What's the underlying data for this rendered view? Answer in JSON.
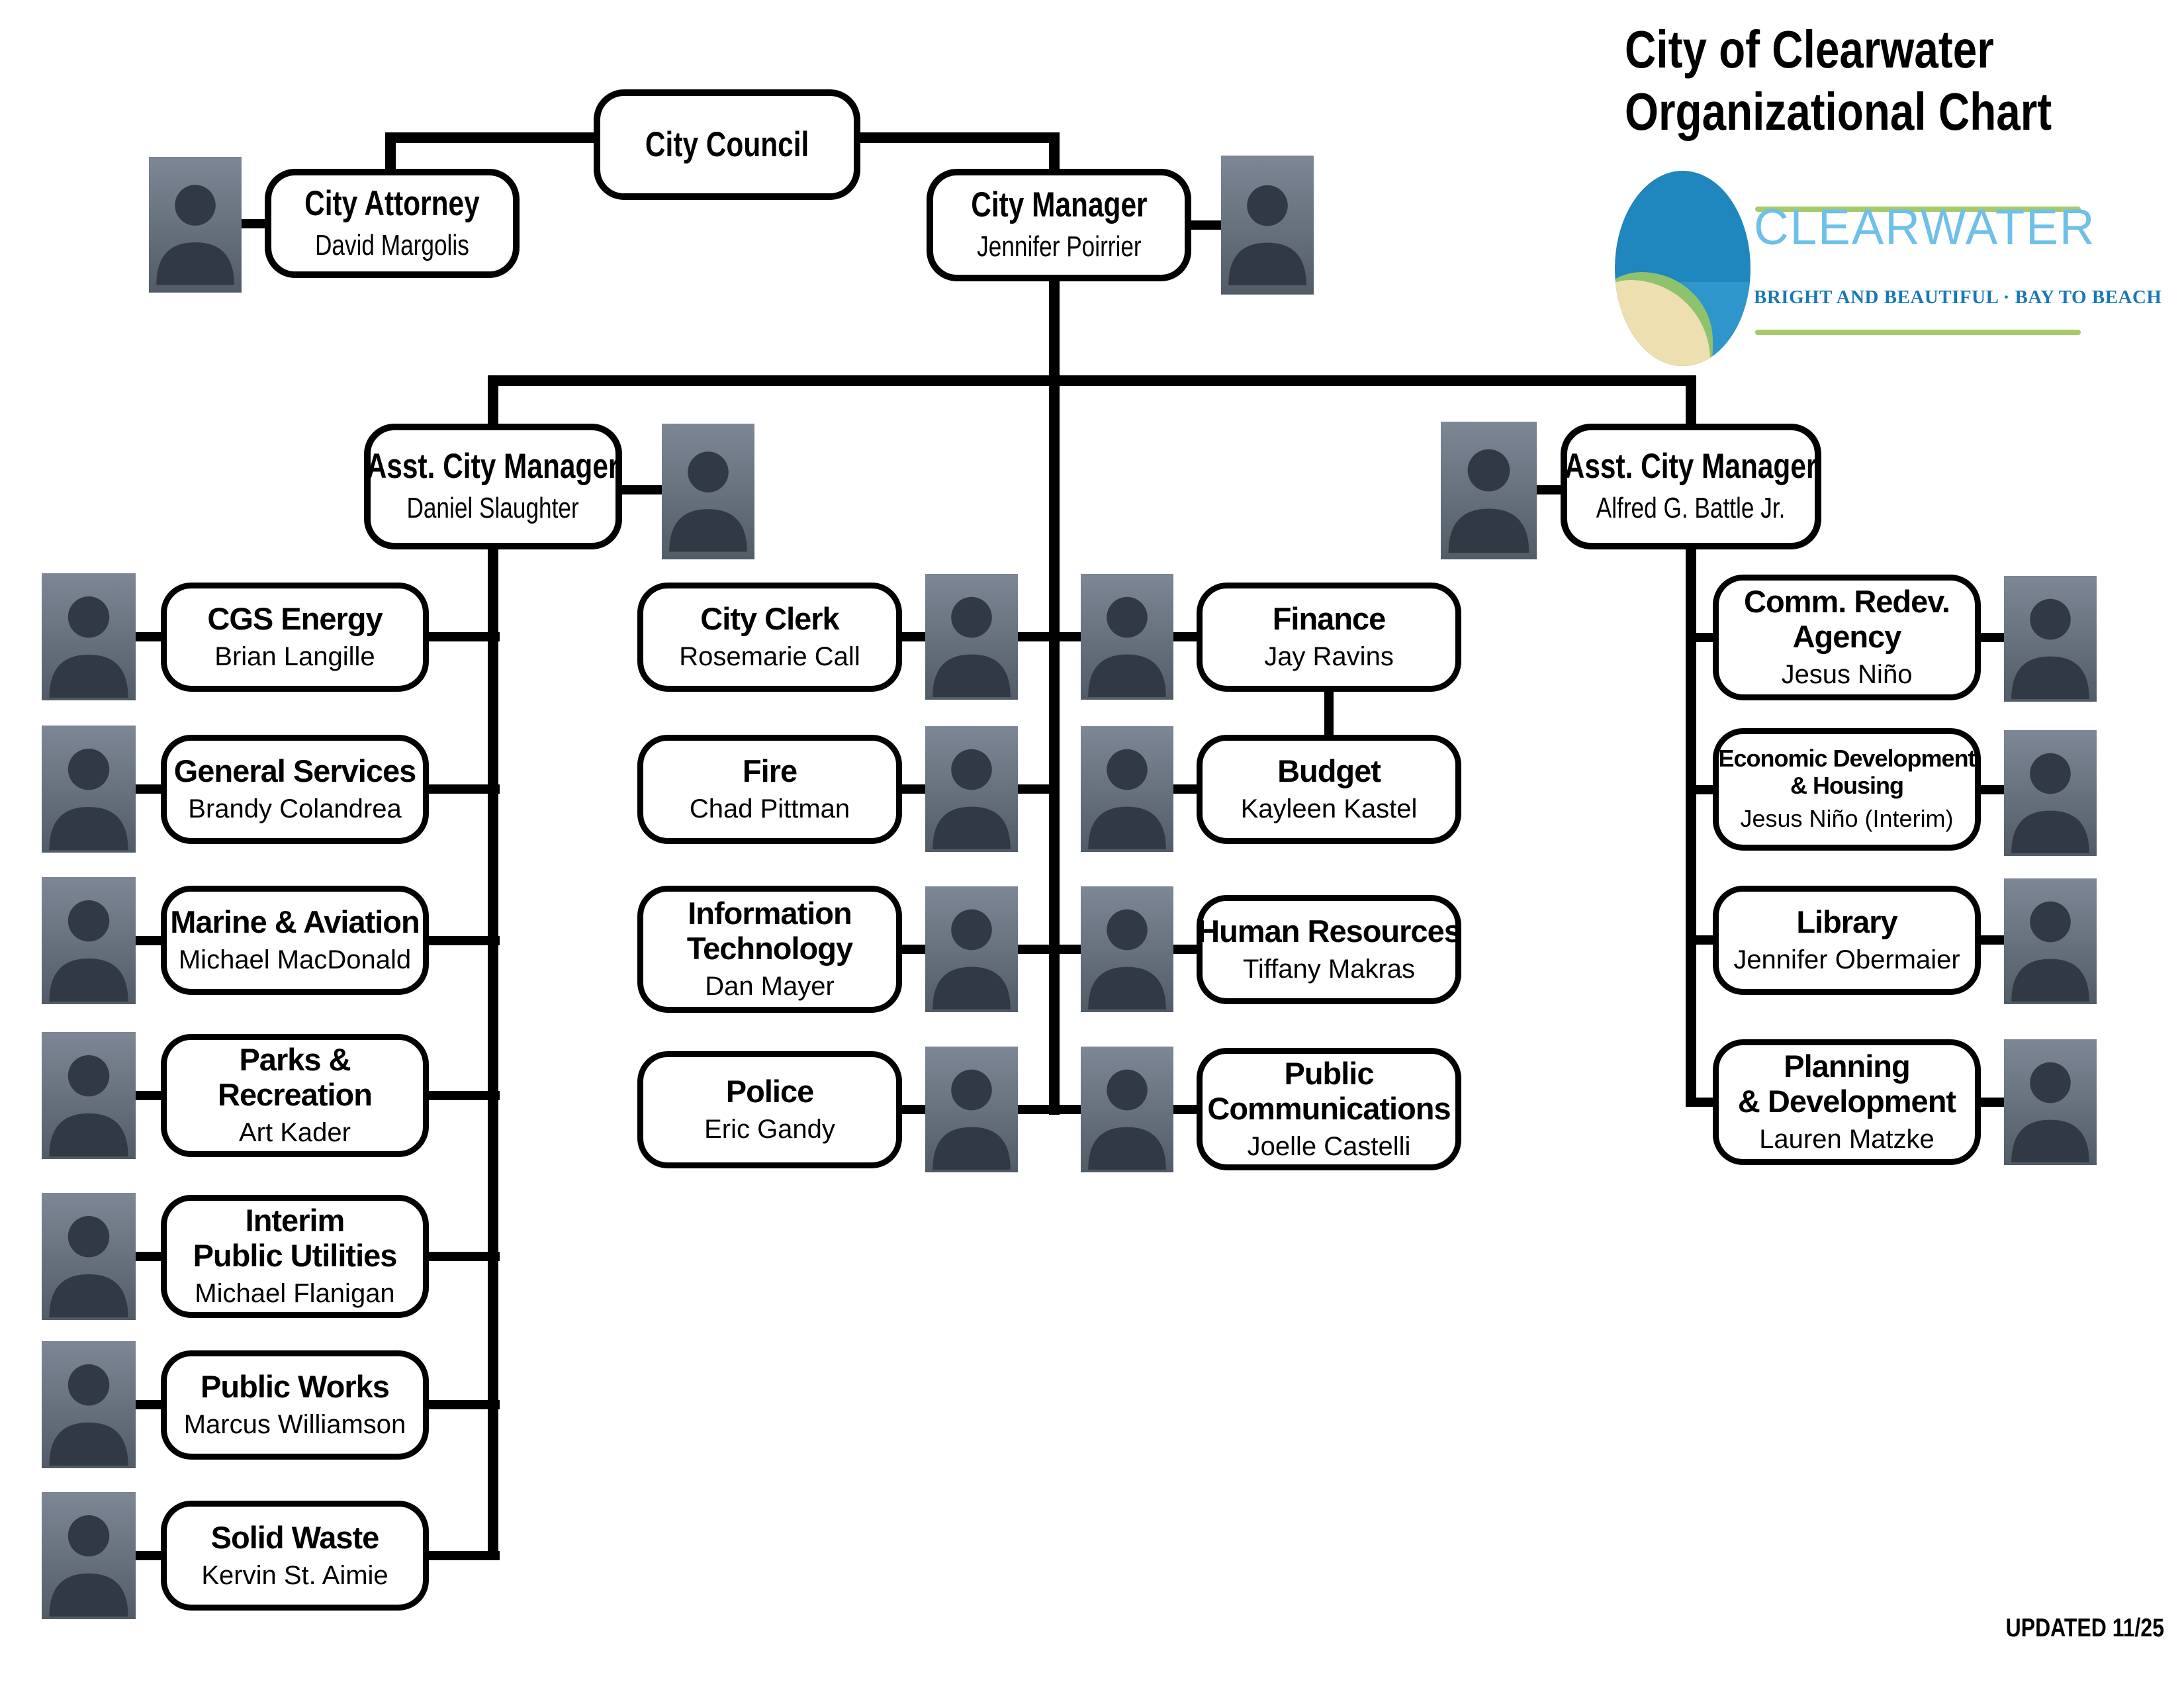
{
  "header": {
    "title": "City of Clearwater\nOrganizational Chart",
    "updated": "UPDATED 11/25"
  },
  "logo": {
    "wordmark": "CLEARWATER",
    "tagline": "BRIGHT AND BEAUTIFUL · BAY TO BEACH",
    "wordmark_color": "#6fc0e8",
    "tagline_color": "#1878b7",
    "accent_green": "#a6c96a"
  },
  "top": {
    "city_council": {
      "title": "City Council"
    },
    "city_attorney": {
      "title": "City Attorney",
      "name": "David Margolis"
    },
    "city_manager": {
      "title": "City Manager",
      "name": "Jennifer Poirrier"
    },
    "acm_left": {
      "title": "Asst. City Manager",
      "name": "Daniel Slaughter"
    },
    "acm_right": {
      "title": "Asst. City Manager",
      "name": "Alfred G. Battle Jr."
    }
  },
  "left_column": [
    {
      "title": "CGS Energy",
      "name": "Brian Langille"
    },
    {
      "title": "General Services",
      "name": "Brandy Colandrea"
    },
    {
      "title": "Marine & Aviation",
      "name": "Michael MacDonald"
    },
    {
      "title": "Parks &\nRecreation",
      "name": "Art Kader"
    },
    {
      "title": "Interim\nPublic Utilities",
      "name": "Michael Flanigan"
    },
    {
      "title": "Public Works",
      "name": "Marcus Williamson"
    },
    {
      "title": "Solid Waste",
      "name": "Kervin St. Aimie"
    }
  ],
  "middle_left_column": [
    {
      "title": "City Clerk",
      "name": "Rosemarie Call"
    },
    {
      "title": "Fire",
      "name": "Chad Pittman"
    },
    {
      "title": "Information\nTechnology",
      "name": "Dan Mayer"
    },
    {
      "title": "Police",
      "name": "Eric Gandy"
    }
  ],
  "middle_right_column": [
    {
      "title": "Finance",
      "name": "Jay Ravins"
    },
    {
      "title": "Budget",
      "name": "Kayleen Kastel"
    },
    {
      "title": "Human Resources",
      "name": "Tiffany Makras"
    },
    {
      "title": "Public\nCommunications",
      "name": "Joelle Castelli"
    }
  ],
  "right_column": [
    {
      "title": "Comm. Redev.\nAgency",
      "name": "Jesus Niño"
    },
    {
      "title": "Economic Development\n& Housing",
      "name": "Jesus Niño (Interim)"
    },
    {
      "title": "Library",
      "name": "Jennifer Obermaier"
    },
    {
      "title": "Planning\n& Development",
      "name": "Lauren Matzke"
    }
  ]
}
